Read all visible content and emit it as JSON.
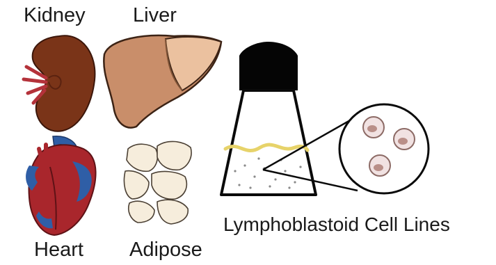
{
  "labels": {
    "kidney": "Kidney",
    "liver": "Liver",
    "heart": "Heart",
    "adipose": "Adipose",
    "cell_lines": "Lymphoblastoid Cell Lines"
  },
  "colors": {
    "kidney_fill": "#7a3418",
    "kidney_vessel": "#b4323a",
    "liver_fill": "#c98e6a",
    "liver_light": "#ebc19f",
    "heart_red": "#a9262c",
    "heart_blue": "#2f5ea6",
    "adipose_fill": "#f6eddc",
    "flask_cap": "#050505",
    "culture_medium": "#e7d36a",
    "cell_fill": "#f1e2e2",
    "nucleus": "#b98f88"
  }
}
